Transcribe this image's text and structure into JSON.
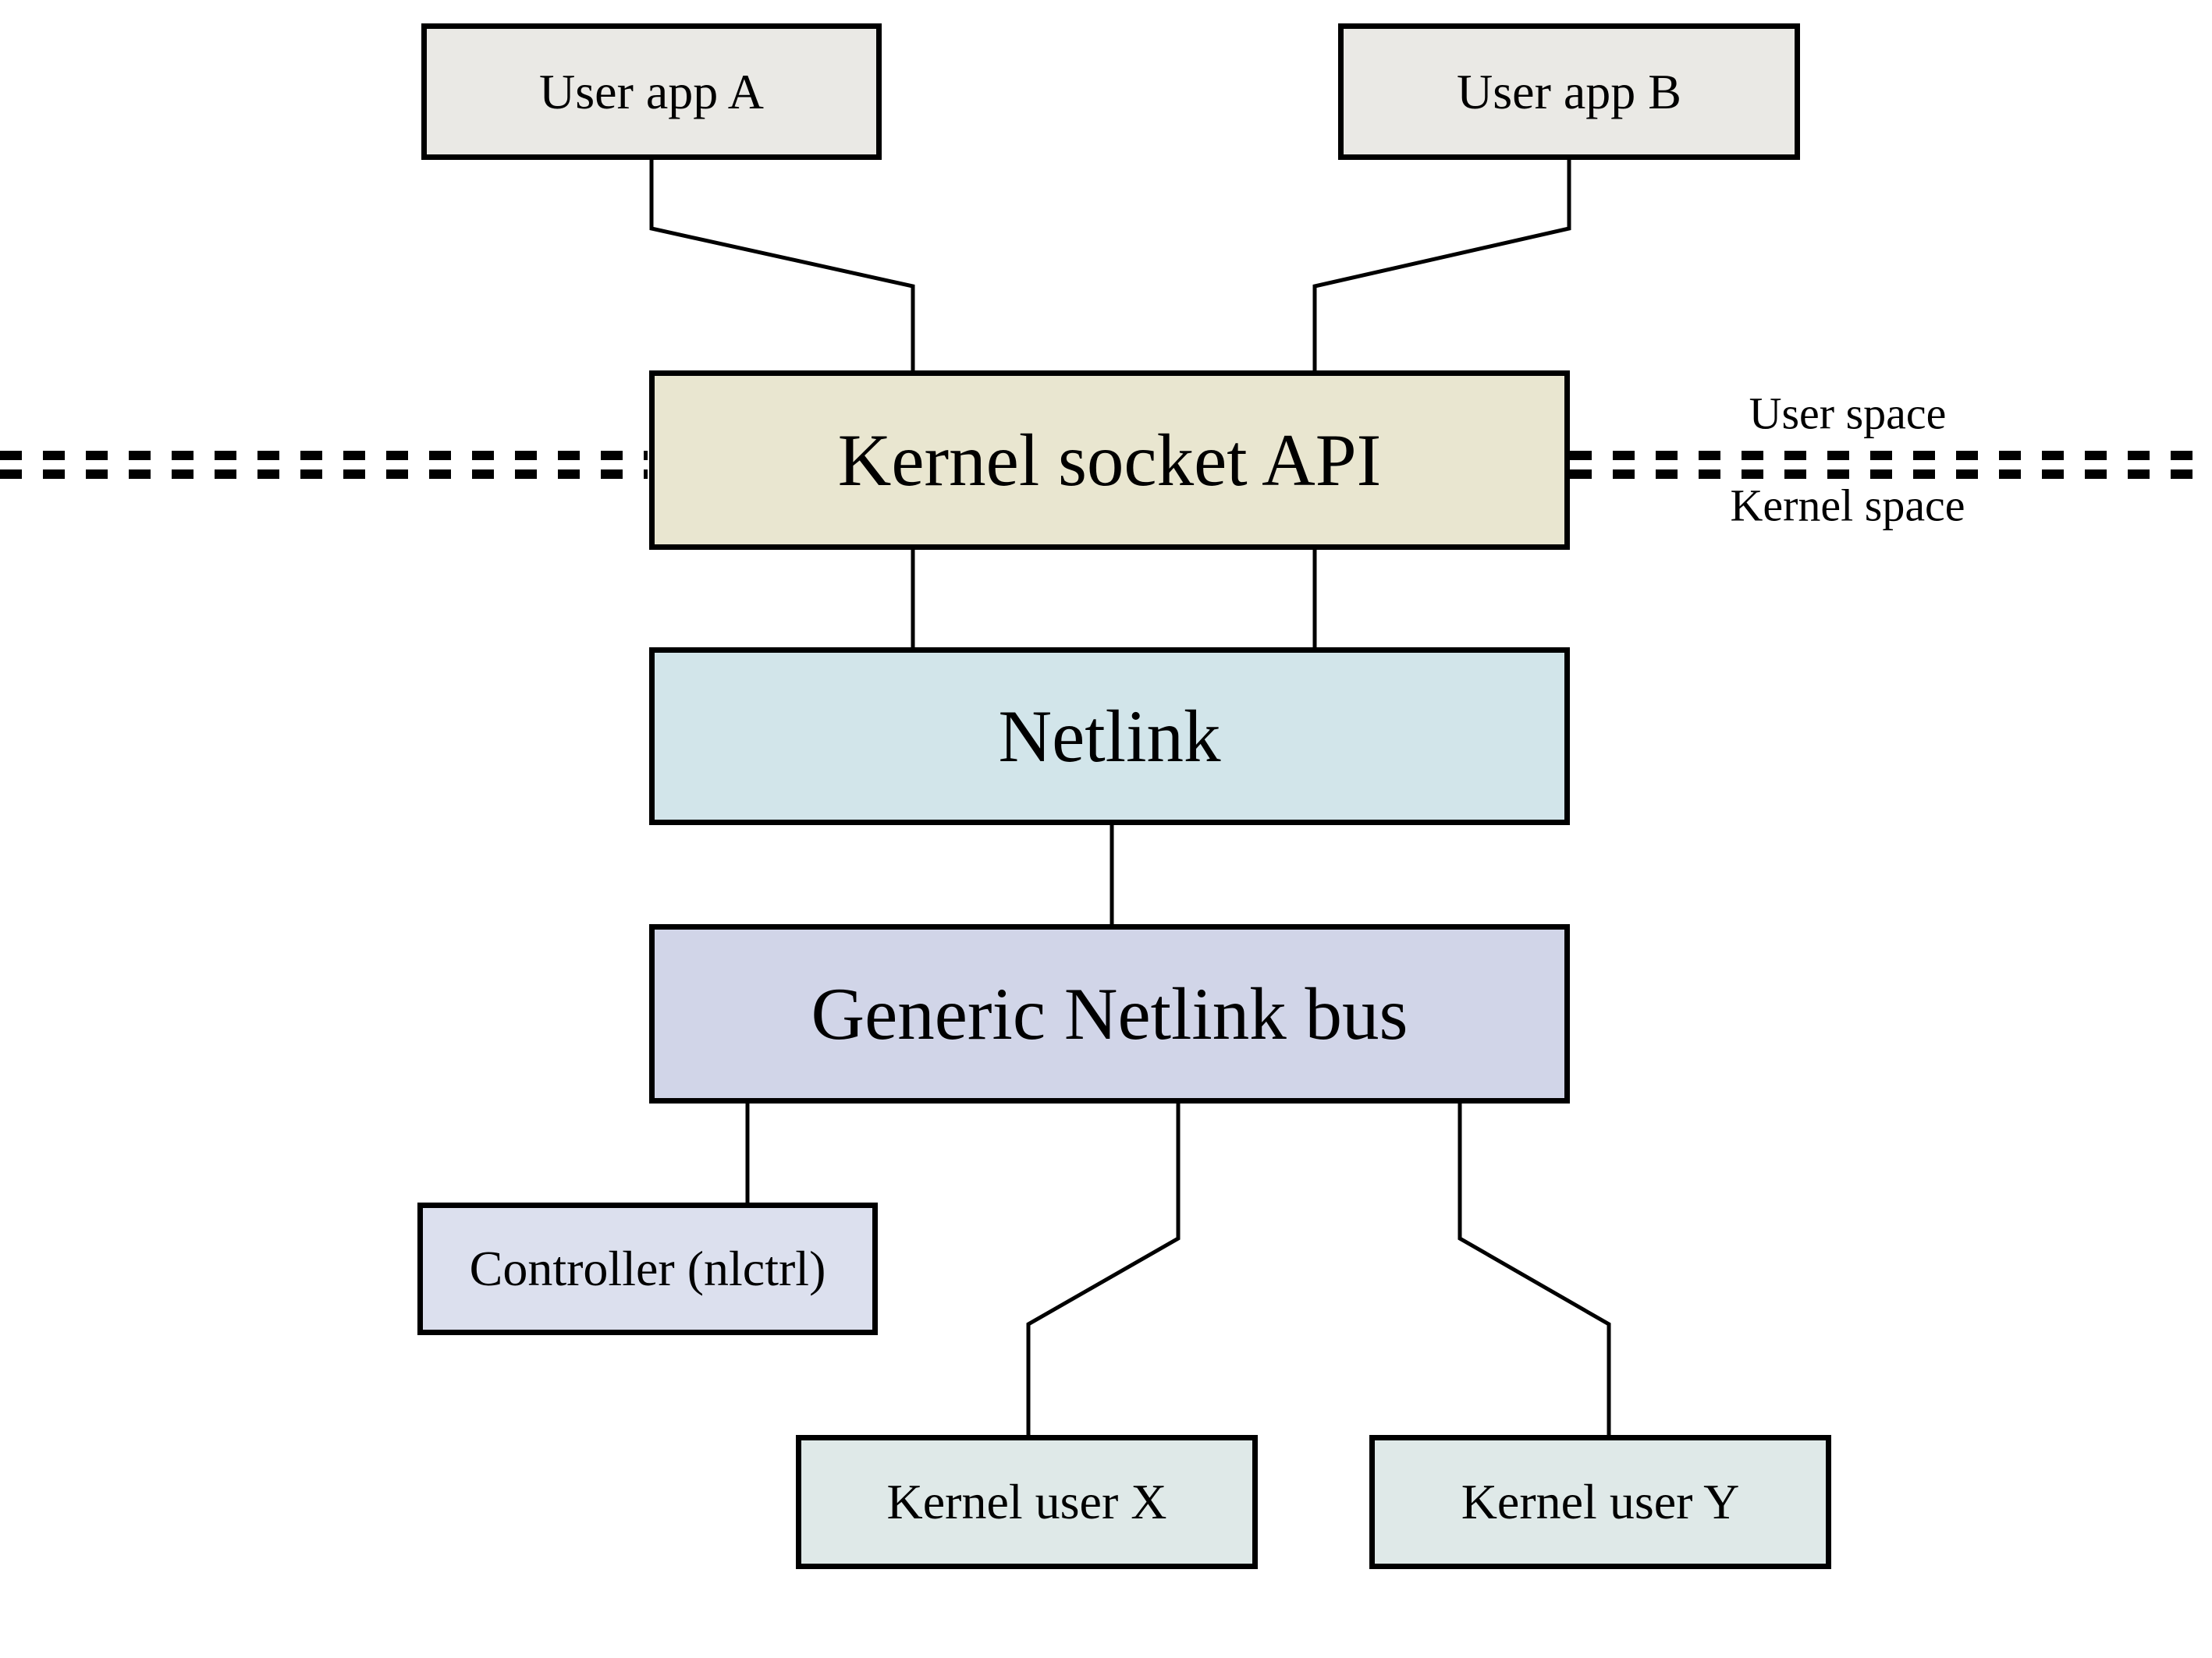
{
  "diagram": {
    "background_color": "#ffffff",
    "border_color": "#000000",
    "connector_color": "#000000",
    "nodes": [
      {
        "id": "user-app-a",
        "label": "User app A",
        "fill": "#eae9e5"
      },
      {
        "id": "user-app-b",
        "label": "User app B",
        "fill": "#eae9e5"
      },
      {
        "id": "kernel-socket-api",
        "label": "Kernel socket API",
        "fill": "#e9e6d0"
      },
      {
        "id": "netlink",
        "label": "Netlink",
        "fill": "#d2e5ea"
      },
      {
        "id": "generic-netlink-bus",
        "label": "Generic Netlink bus",
        "fill": "#d1d5e8"
      },
      {
        "id": "controller",
        "label": "Controller (nlctrl)",
        "fill": "#dce0ee"
      },
      {
        "id": "kernel-user-x",
        "label": "Kernel user X",
        "fill": "#dfe9e8"
      },
      {
        "id": "kernel-user-y",
        "label": "Kernel user Y",
        "fill": "#dfe9e8"
      }
    ],
    "boundary": {
      "label_above": "User space",
      "label_below": "Kernel space",
      "line_style": "double-dashed",
      "line_color": "#000000"
    }
  }
}
